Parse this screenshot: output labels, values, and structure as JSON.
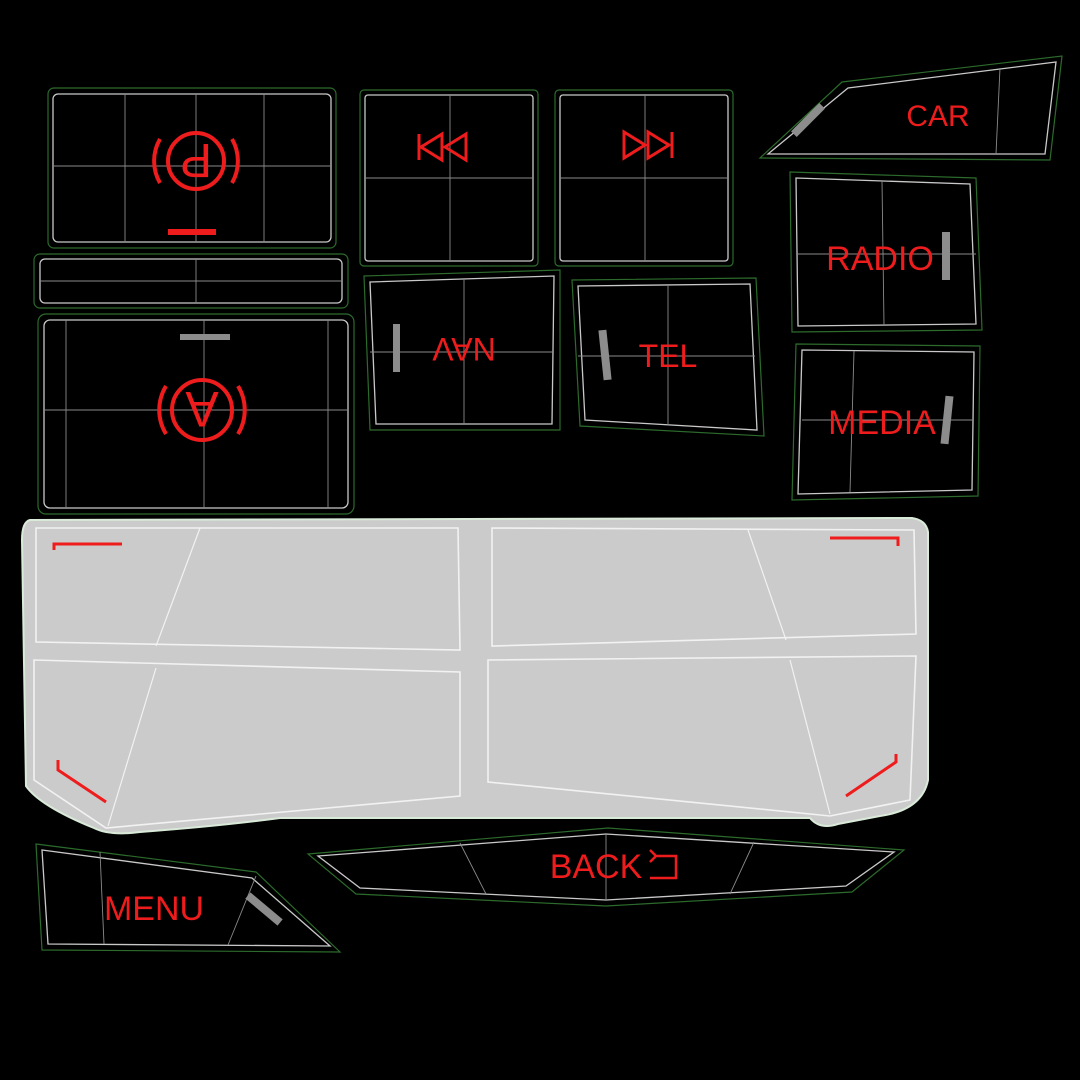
{
  "buttons": {
    "parking_brake": {
      "icon": "parking-brake-icon",
      "glyph": "P"
    },
    "auto_hold": {
      "icon": "auto-hold-icon",
      "glyph": "A"
    },
    "prev_track": {
      "icon": "skip-back-icon"
    },
    "next_track": {
      "icon": "skip-forward-icon"
    },
    "car": {
      "label": "CAR"
    },
    "radio": {
      "label": "RADIO"
    },
    "nav": {
      "label": "NAV"
    },
    "tel": {
      "label": "TEL"
    },
    "media": {
      "label": "MEDIA"
    },
    "menu": {
      "label": "MENU"
    },
    "back": {
      "label": "BACK",
      "icon": "return-arrow-icon"
    }
  },
  "colors": {
    "background": "#000000",
    "accent_red": "#ee1c1c",
    "wire_green": "#2c6b2c",
    "wire_white": "#c9c9c9",
    "panel_grey": "#cbcbcb",
    "marker_grey": "#8c8c8c"
  }
}
